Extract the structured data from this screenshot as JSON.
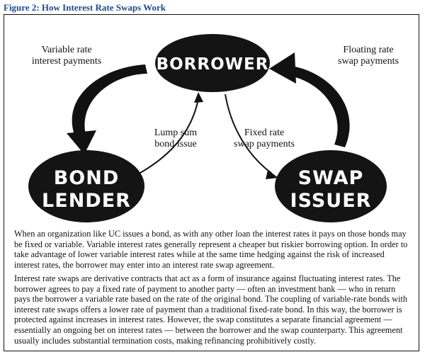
{
  "figure": {
    "title": "Figure 2: How Interest Rate Swaps Work"
  },
  "nodes": {
    "borrower": {
      "label": "BORROWER"
    },
    "bond_lender": {
      "line1": "BOND",
      "line2": "LENDER"
    },
    "swap_issuer": {
      "line1": "SWAP",
      "line2": "ISSUER"
    }
  },
  "edges": {
    "variable_rate": {
      "line1": "Variable rate",
      "line2": "interest payments"
    },
    "floating_rate": {
      "line1": "Floating rate",
      "line2": "swap payments"
    },
    "lump_sum": {
      "line1": "Lump sum",
      "line2": "bond issue"
    },
    "fixed_rate": {
      "line1": "Fixed rate",
      "line2": "swap payments"
    }
  },
  "paragraphs": [
    "When an organization like UC issues a bond, as with any other loan the interest rates it pays on those bonds may be fixed or variable. Variable interest rates generally represent a cheaper but riskier borrowing option. In order to take advantage of lower variable interest rates while at the same time hedging against the risk of increased interest rates, the borrower may enter into an interest rate swap agreement.",
    "Interest rate swaps are derivative contracts that act as a form of insurance against fluctuating interest rates. The borrower agrees to pay a fixed rate of payment to another party — often an investment bank — who in return pays the borrower a variable rate based on the rate of the original bond. The coupling of variable-rate bonds with interest rate swaps offers a lower rate of payment than a traditional fixed-rate bond. In this way, the borrower is protected against increases in interest rates. However, the swap constitutes a separate financial agreement — essentially an ongoing bet on interest rates — between the borrower and the swap counterparty. This agreement usually includes substantial termination costs, making refinancing prohibitively costly."
  ]
}
